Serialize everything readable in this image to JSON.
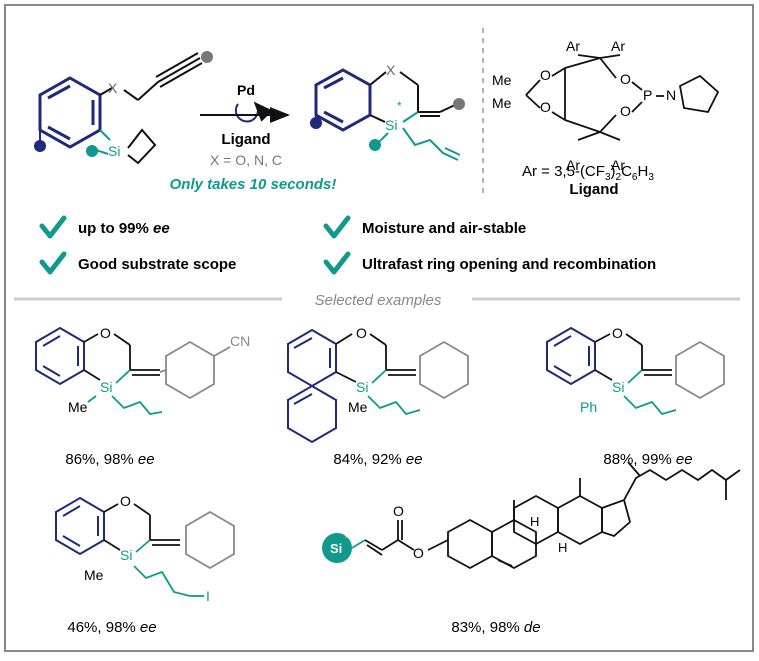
{
  "colors": {
    "navy": "#1f2a7a",
    "teal": "#0f9a8d",
    "gray": "#8a8a8a",
    "black": "#111111",
    "frame": "#888888"
  },
  "scheme": {
    "catalyst": "Pd",
    "ligand_label": "Ligand",
    "x_definition": "X = O, N, C",
    "highlight": "Only takes 10 seconds!",
    "x_atom": "X",
    "si_atom": "Si",
    "stereo_mark": "*"
  },
  "ligand": {
    "ar": "Ar",
    "me": "Me",
    "o": "O",
    "p": "P",
    "n": "N",
    "ar_definition_pre": "Ar = 3,5-(CF",
    "sub_3": "3",
    "sub_2": "2",
    "paren_close": ")",
    "c6": "C",
    "sub_6": "6",
    "h3": "H",
    "caption": "Ligand"
  },
  "features": [
    {
      "label": "up to 99% ",
      "em": "ee"
    },
    {
      "label": "Moisture and air-stable",
      "em": ""
    },
    {
      "label": "Good substrate scope",
      "em": ""
    },
    {
      "label": "Ultrafast ring opening and recombination",
      "em": ""
    }
  ],
  "section_title": "Selected examples",
  "examples": [
    {
      "o": "O",
      "si": "Si",
      "sub": "Me",
      "tail": "CN",
      "result": "86%, 98% ",
      "em": "ee"
    },
    {
      "o": "O",
      "si": "Si",
      "sub": "Me",
      "tail": "",
      "result": "84%, 92% ",
      "em": "ee"
    },
    {
      "o": "O",
      "si": "Si",
      "sub": "Ph",
      "tail": "",
      "result": "88%, 99% ",
      "em": "ee"
    },
    {
      "o": "O",
      "si": "Si",
      "sub": "Me",
      "tail": "I",
      "result": "46%, 98% ",
      "em": "ee"
    },
    {
      "si": "Si",
      "star": "*",
      "o1": "O",
      "o2": "O",
      "h": "H",
      "result": "83%, 98% ",
      "em": "de"
    }
  ]
}
